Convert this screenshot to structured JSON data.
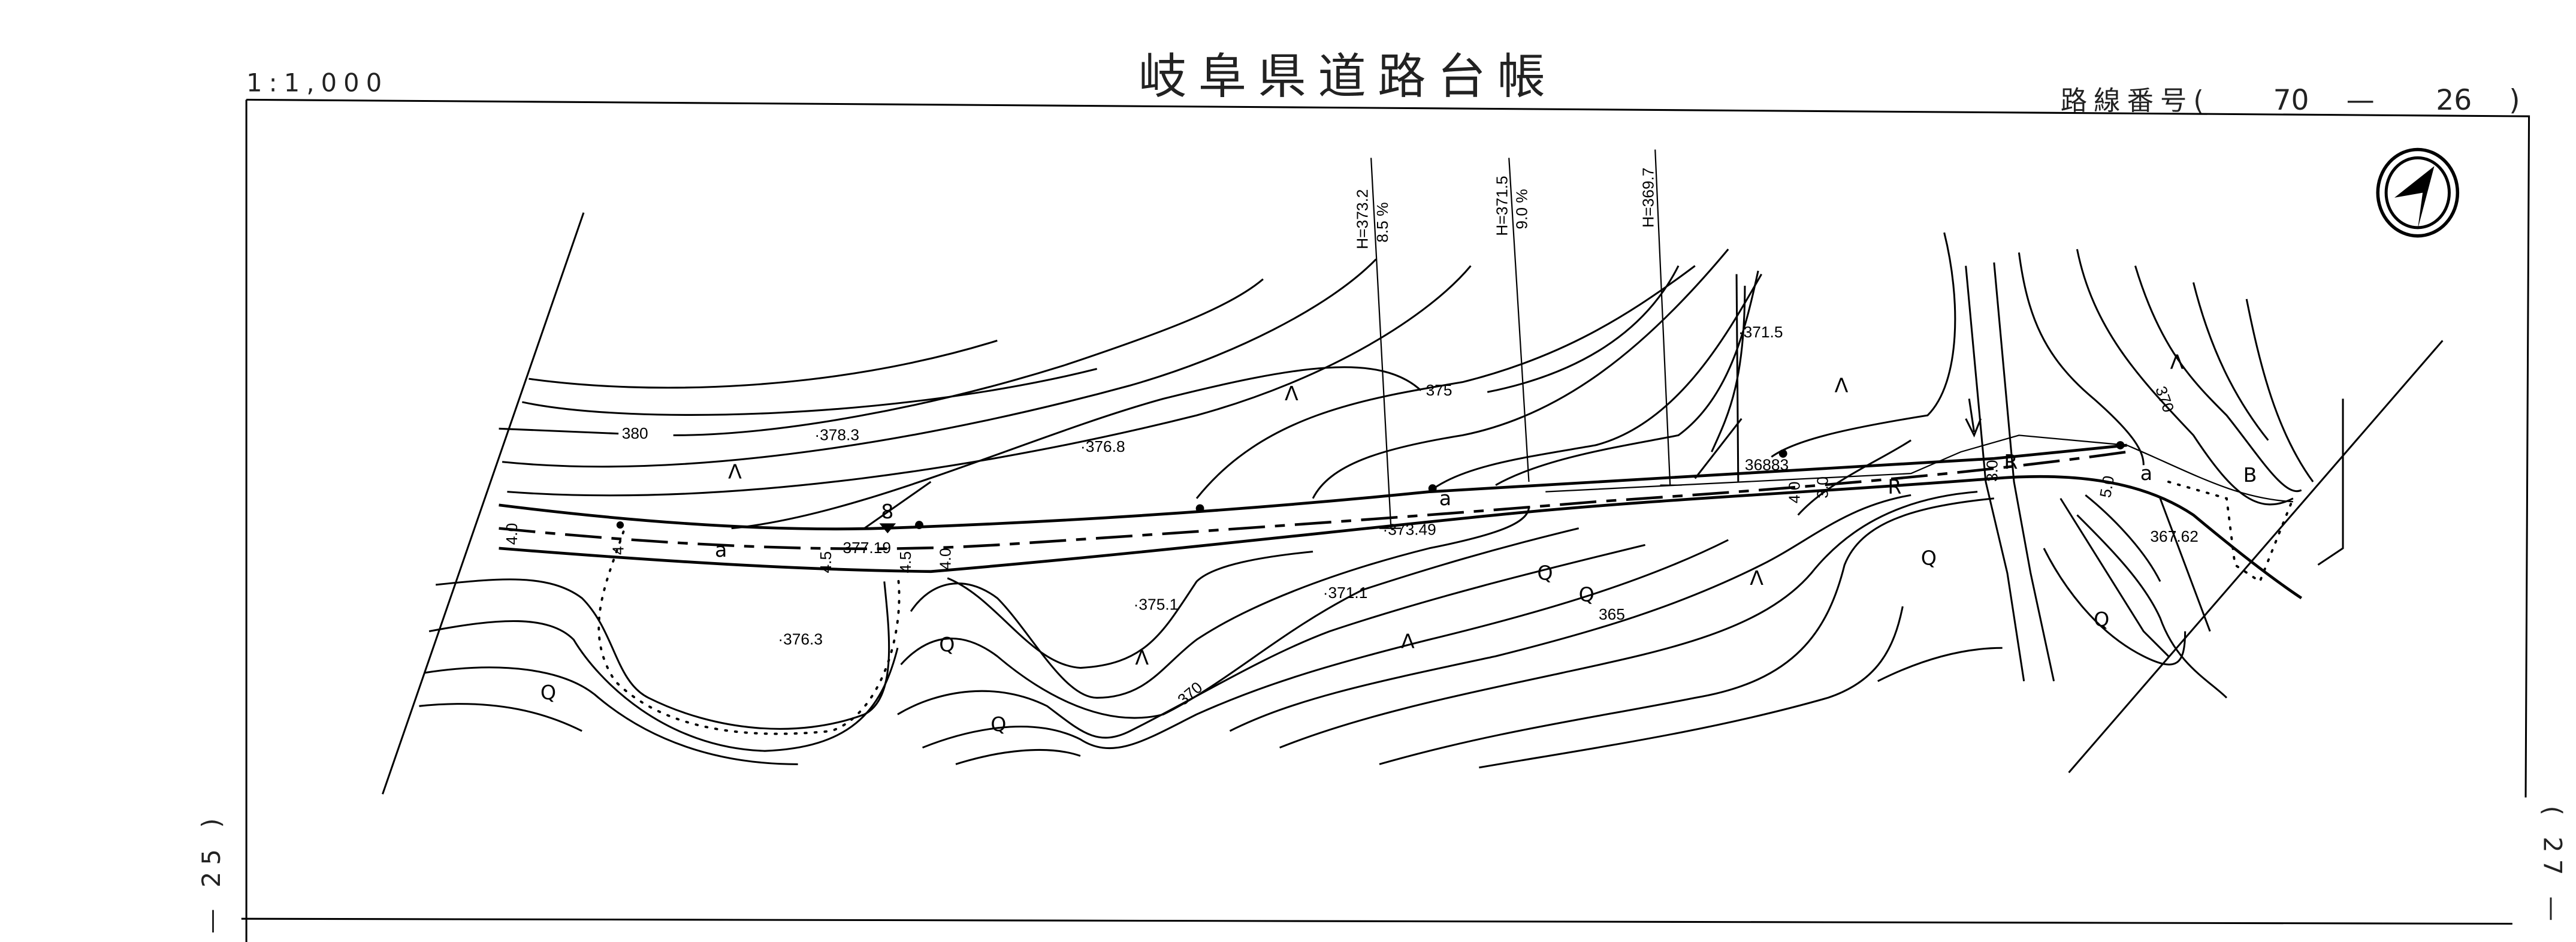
{
  "header": {
    "scale": "1:1,000",
    "title": "岐阜県道路台帳",
    "route_label": "路線番号(",
    "route_major": "70",
    "route_sep": "—",
    "route_minor": "26",
    "route_close": ")"
  },
  "side_refs": {
    "left": "— 25 )",
    "right": "( 27 —"
  },
  "compass": {
    "icon": "north-arrow-icon"
  },
  "leaders": [
    {
      "height": "H=373.2",
      "grade": "8.5 %"
    },
    {
      "height": "H=371.5",
      "grade": "9.0 %"
    },
    {
      "height": "H=369.7"
    }
  ],
  "spot_elevations": [
    "·378.3",
    "·376.8",
    "·371.5",
    "36883",
    "377.19",
    "·373.49",
    "·375.1",
    "·371.1",
    "·376.3",
    "367.62"
  ],
  "contour_labels": [
    "380",
    "375",
    "370",
    "365",
    "370"
  ],
  "road_widths": [
    "4.0",
    "4",
    "4.5",
    "4.5",
    "4.0",
    "4.0",
    "3.0",
    "3.0",
    "5.0"
  ],
  "symbols": {
    "vegetation": "Λ",
    "orchard": "Q",
    "field": "a",
    "rice": "R",
    "bench_mark": "8",
    "boundary": "B"
  }
}
